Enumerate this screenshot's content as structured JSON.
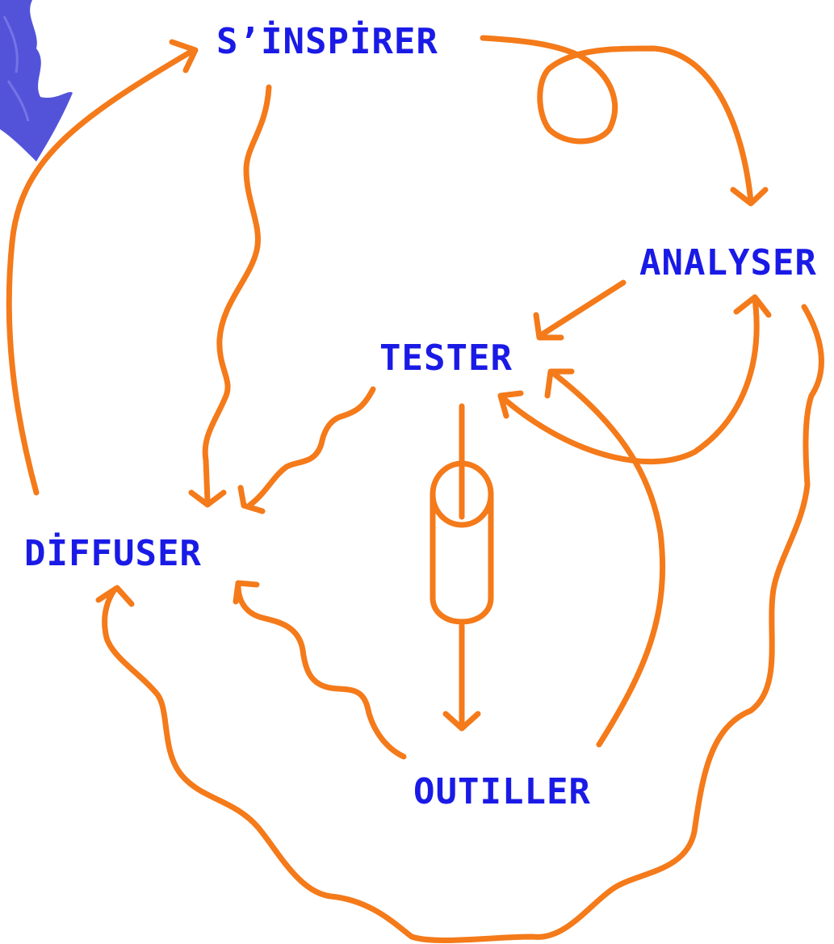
{
  "labels": {
    "inspirer": "S’İNSPİRER",
    "analyser": "ANALYSER",
    "tester": "TESTER",
    "diffuser": "DİFFUSER",
    "outiller": "OUTILLER"
  },
  "colors": {
    "label": "#1a1ae6",
    "arrow": "#f47a1a",
    "brush": "#4a4ad8"
  },
  "icons": {
    "brush_stroke": "paint-brush-stroke",
    "test_tube": "test-tube-icon"
  }
}
